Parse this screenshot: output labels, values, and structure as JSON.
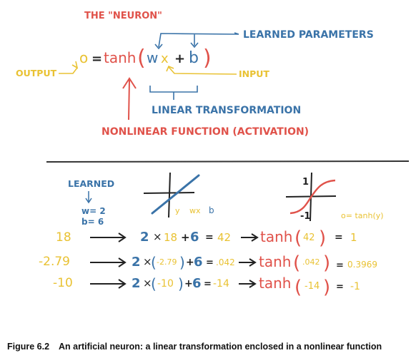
{
  "colors": {
    "red": "#e0524a",
    "blue": "#3a73a8",
    "yellow": "#e9c233",
    "dark": "#222222",
    "rule": "#333333"
  },
  "top": {
    "title": "THE \"NEURON\"",
    "learned_parameters": "LEARNED PARAMETERS",
    "output": "OUTPUT",
    "input": "INPUT",
    "linear_transformation": "LINEAR TRANSFORMATION",
    "nonlinear_function": "NONLINEAR FUNCTION (ACTIVATION)",
    "eq_o": "o",
    "eq_equals": "=",
    "eq_tanh": "tanh",
    "eq_open": "(",
    "eq_w": "w",
    "eq_x": "x",
    "eq_plus": "+",
    "eq_b": "b",
    "eq_close": ")"
  },
  "bottom": {
    "learned": "LEARNED",
    "w_value": "w= 2",
    "b_value": "b= 6",
    "linear_plot_label_y": "y",
    "linear_plot_label_wx": "wx",
    "linear_plot_label_b": "b",
    "tanh_plot_top": "1",
    "tanh_plot_bottom": "-1",
    "tanh_plot_label": "o= tanh(y)",
    "rows": [
      {
        "input": "18",
        "w": "2",
        "times": "×",
        "x": "18",
        "plus": "+",
        "b": "6",
        "eq": "=",
        "y": "42",
        "tanh": "tanh",
        "arg": "42",
        "eq2": "=",
        "out": "1"
      },
      {
        "input": "-2.79",
        "w": "2",
        "times": "×",
        "x": "-2.79",
        "plus": "+",
        "b": "6",
        "eq": "=",
        "y": ".042",
        "tanh": "tanh",
        "arg": ".042",
        "eq2": "=",
        "out": "0.3969"
      },
      {
        "input": "-10",
        "w": "2",
        "times": "×",
        "x": "-10",
        "plus": "+",
        "b": "6",
        "eq": "=",
        "y": "-14",
        "tanh": "tanh",
        "arg": "-14",
        "eq2": "=",
        "out": "-1"
      }
    ]
  },
  "caption": {
    "number": "Figure 6.2",
    "text": "An artificial neuron: a linear transformation enclosed in a nonlinear function"
  }
}
